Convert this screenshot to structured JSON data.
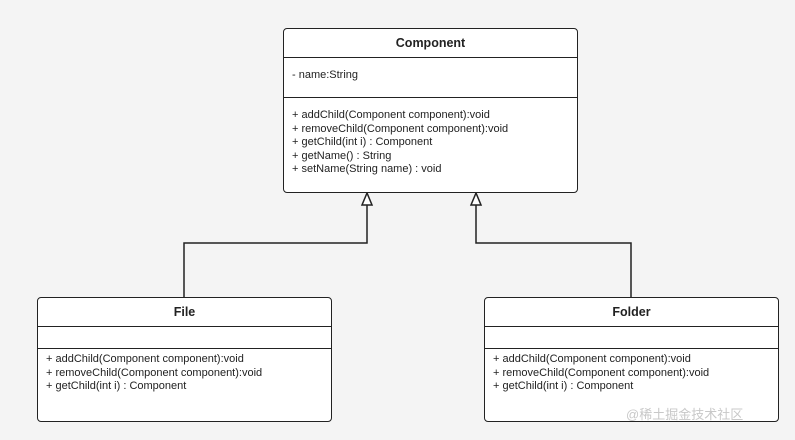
{
  "classes": {
    "component": {
      "name": "Component",
      "attributes": [
        "- name:String"
      ],
      "operations": [
        "+  addChild(Component component):void",
        "+  removeChild(Component component):void",
        "+   getChild(int i) : Component",
        "+   getName() : String",
        "+   setName(String name) : void"
      ]
    },
    "file": {
      "name": "File",
      "operations": [
        "+ addChild(Component component):void",
        "+ removeChild(Component component):void",
        "+ getChild(int i) : Component"
      ]
    },
    "folder": {
      "name": "Folder",
      "operations": [
        "+ addChild(Component component):void",
        "+ removeChild(Component component):void",
        "+ getChild(int i) : Component"
      ]
    }
  },
  "relationships": [
    {
      "type": "generalization",
      "from": "File",
      "to": "Component"
    },
    {
      "type": "generalization",
      "from": "Folder",
      "to": "Component"
    }
  ],
  "watermark": "@稀土掘金技术社区",
  "colors": {
    "line": "#222222",
    "background": "#f4f4f4",
    "box": "#ffffff"
  }
}
